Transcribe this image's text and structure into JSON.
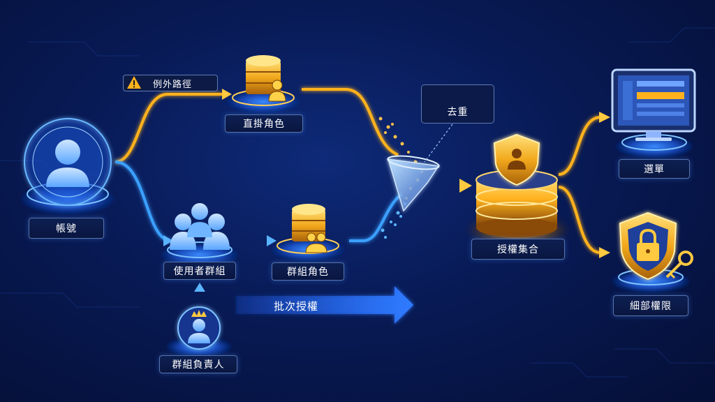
{
  "nodes": {
    "account": "帳號",
    "direct_role": "直掛角色",
    "user_group": "使用者群組",
    "group_role": "群組角色",
    "group_owner": "群組負責人",
    "auth_set": "授權集合",
    "menu": "選單",
    "fine_perm": "細部權限"
  },
  "annotations": {
    "exception_path": "例外路徑",
    "dedup": "去重",
    "batch_auth": "批次授權"
  },
  "colors": {
    "blue_flow": "#3aa0ff",
    "orange_flow": "#ffb21e",
    "background": "#081a55"
  },
  "icons": [
    "user-icon",
    "warning-icon",
    "database-icon",
    "group-icon",
    "crown-icon",
    "funnel-icon",
    "shield-icon",
    "monitor-icon",
    "lock-icon",
    "key-icon",
    "rings-icon"
  ]
}
